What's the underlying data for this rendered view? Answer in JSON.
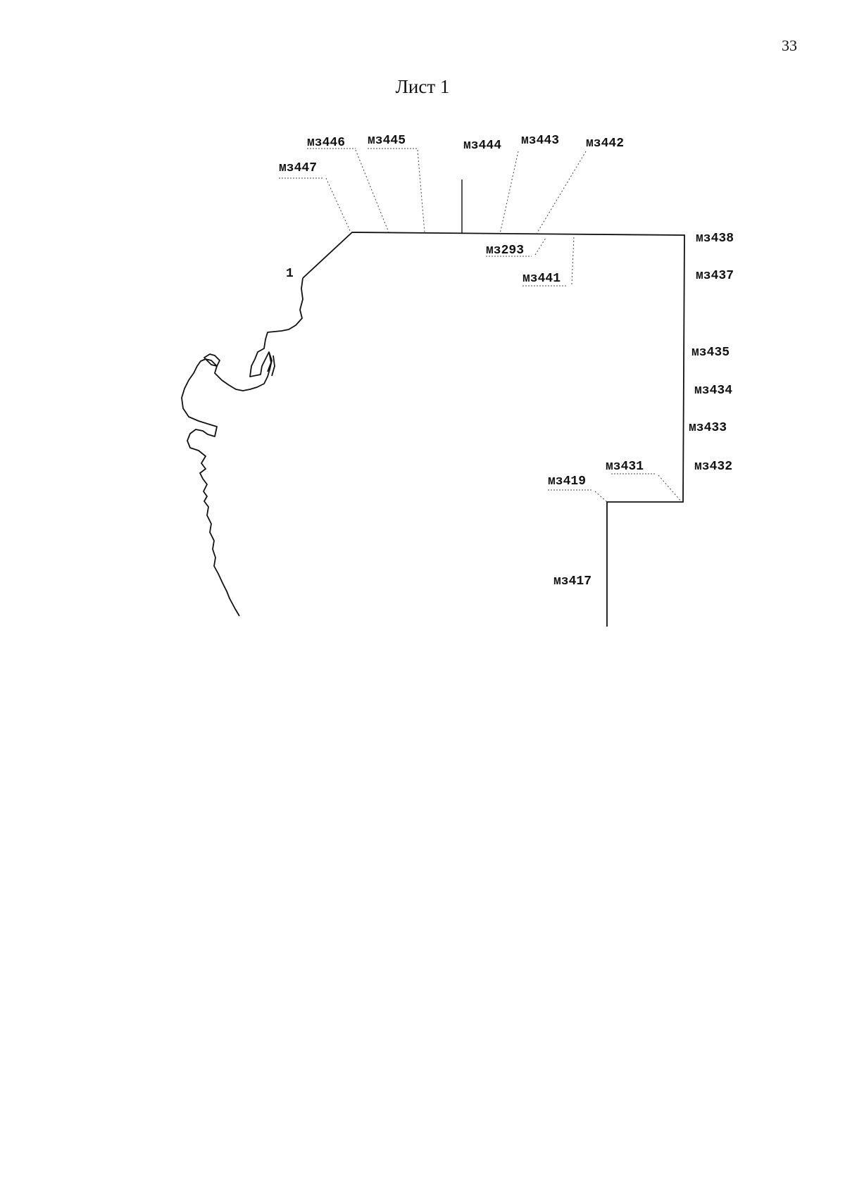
{
  "page": {
    "number": "33",
    "title": "Лист 1"
  },
  "labels": {
    "point_1": "1",
    "mz447": "мз447",
    "mz446": "мз446",
    "mz445": "мз445",
    "mz444": "мз444",
    "mz443": "мз443",
    "mz442": "мз442",
    "mz438": "мз438",
    "mz293": "мз293",
    "mz441": "мз441",
    "mz437": "мз437",
    "mz435": "мз435",
    "mz434": "мз434",
    "mz433": "мз433",
    "mz432": "мз432",
    "mz431": "мз431",
    "mz419": "мз419",
    "mz417": "мз417"
  }
}
